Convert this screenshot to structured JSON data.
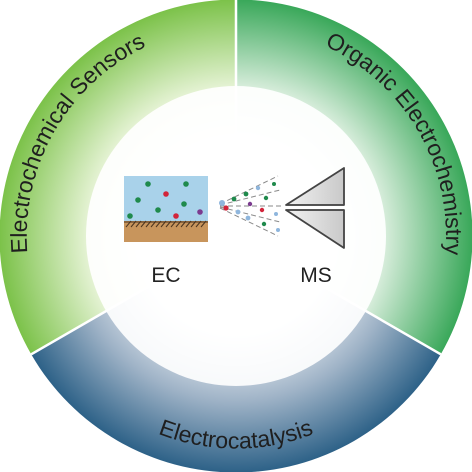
{
  "segments": [
    {
      "id": "electrochemical-sensors",
      "label": "Electrochemical Sensors",
      "color": "#7cc24a"
    },
    {
      "id": "organic-electrochemistry",
      "label": "Organic Electrochemistry",
      "color": "#3aa85a"
    },
    {
      "id": "electrocatalysis",
      "label": "Electrocatalysis",
      "color": "#2e6288"
    }
  ],
  "center": {
    "left_label": "EC",
    "right_label": "MS"
  },
  "colors": {
    "solution": "#a9d2ea",
    "electrode": "#c8955c",
    "cone": "#d6d6d6",
    "droplet_green": "#1f8a4c",
    "droplet_red": "#d2243a",
    "droplet_purple": "#7b3b8f",
    "droplet_blue": "#8fb6dd"
  }
}
